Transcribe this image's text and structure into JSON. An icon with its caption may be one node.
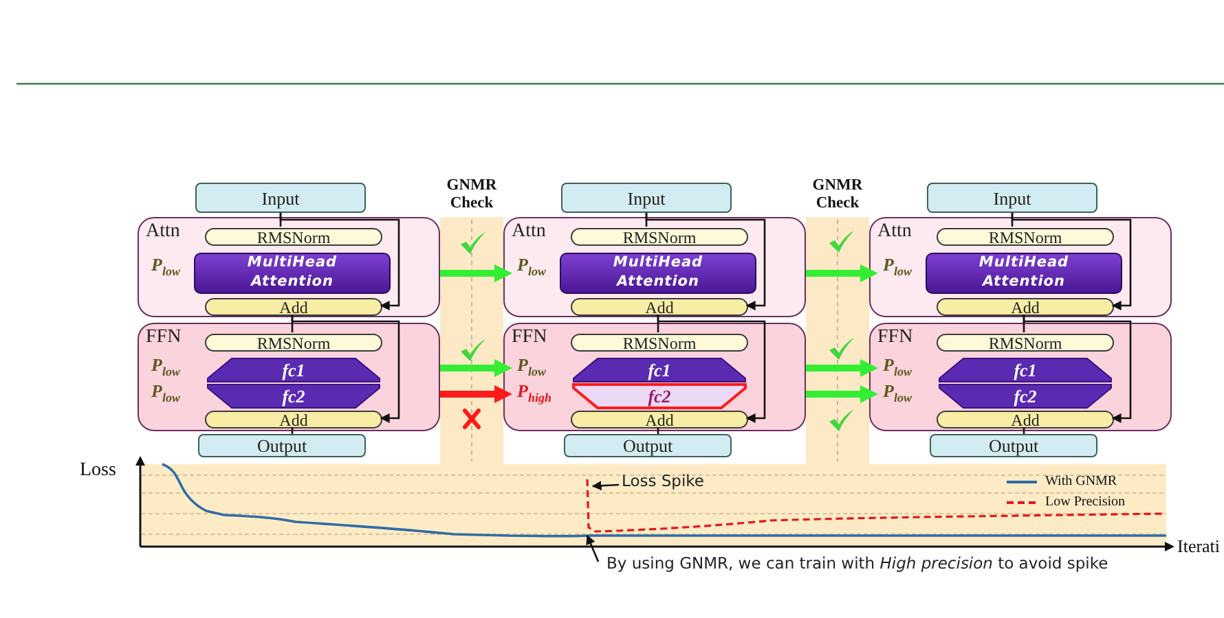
{
  "diagram": {
    "nodes": [
      {
        "text": [
          "Input"
        ]
      },
      {
        "text": [
          "Attn",
          "P$_{low}$"
        ]
      },
      {
        "text": [
          "RMSNorm"
        ],
        "in": 1
      },
      {
        "text": [
          "MultiHead Attention"
        ],
        "in": 1
      },
      {
        "text": [
          "Add"
        ],
        "in": 1
      },
      {
        "text": [
          "FFN",
          "P$_{low}$",
          "P$_{low}$"
        ]
      },
      {
        "text": [
          "RMSNorm"
        ],
        "in": 5
      },
      {
        "text": [
          "fc1"
        ],
        "in": 5
      },
      {
        "text": [
          "fc2"
        ],
        "in": 5
      },
      {
        "text": [
          "Add"
        ],
        "in": 5
      },
      {
        "text": [
          "Output"
        ]
      },
      {
        "text": [
          "Input"
        ]
      },
      {
        "text": [
          "Attn",
          "P$_{low}$"
        ]
      },
      {
        "text": [
          "RMSNorm"
        ],
        "in": 12
      },
      {
        "text": [
          "MultiHead Attention"
        ],
        "in": 12
      },
      {
        "text": [
          "Add"
        ],
        "in": 12
      },
      {
        "text": [
          "FFN",
          "P$_{low}$",
          "P$_{high}$"
        ]
      },
      {
        "text": [
          "RMSNorm"
        ],
        "in": 16
      },
      {
        "text": [
          "fc1"
        ],
        "in": 16
      },
      {
        "text": [
          "fc2"
        ],
        "in": 16
      },
      {
        "text": [
          "Add"
        ],
        "in": 16
      },
      {
        "text": [
          "Output"
        ]
      },
      {
        "text": [
          "Input"
        ]
      },
      {
        "text": [
          "Attn",
          "P$_{low}$"
        ]
      },
      {
        "text": [
          "RMSNorm"
        ],
        "in": 23
      },
      {
        "text": [
          "MultiHead Attention"
        ],
        "in": 23
      },
      {
        "text": [
          "Add"
        ],
        "in": 23
      },
      {
        "text": [
          "FFN",
          "P$_{low}$",
          "P$_{low}$"
        ]
      },
      {
        "text": [
          "RMSNorm"
        ],
        "in": 27
      },
      {
        "text": [
          "fc1"
        ],
        "in": 27
      },
      {
        "text": [
          "fc2"
        ],
        "in": 27
      },
      {
        "text": [
          "Add"
        ],
        "in": 27
      },
      {
        "text": [
          "Output"
        ]
      },
      {
        "text": [
          "Loss Spike"
        ]
      },
      {
        "text": [
          "By using GNMR, we can train with *High precision* to avoid spike"
        ]
      }
    ],
    "edges": [
      {
        "from": 0,
        "to": 2,
        "arrow": "none"
      },
      {
        "from": 0,
        "to": 4,
        "arrow": "to"
      },
      {
        "from": 4,
        "to": 6,
        "arrow": "none"
      },
      {
        "from": 4,
        "to": 9,
        "arrow": "to"
      },
      {
        "from": 9,
        "to": 10,
        "arrow": "none"
      },
      {
        "from": 11,
        "to": 13,
        "arrow": "none"
      },
      {
        "from": 11,
        "to": 15,
        "arrow": "to"
      },
      {
        "from": 15,
        "to": 17,
        "arrow": "none"
      },
      {
        "from": 15,
        "to": 20,
        "arrow": "to"
      },
      {
        "from": 20,
        "to": 21,
        "arrow": "none"
      },
      {
        "from": 22,
        "to": 24,
        "arrow": "none"
      },
      {
        "from": 22,
        "to": 26,
        "arrow": "to"
      },
      {
        "from": 26,
        "to": 28,
        "arrow": "none"
      },
      {
        "from": 26,
        "to": 31,
        "arrow": "to"
      },
      {
        "from": 31,
        "to": 32,
        "arrow": "none"
      },
      {
        "from": 1,
        "to": 12,
        "arrow": "to",
        "style": "thick",
        "color": "#33ee33"
      },
      {
        "from": 5,
        "to": 16,
        "arrow": "to",
        "style": "thick",
        "color": "#33ee33"
      },
      {
        "from": 5,
        "to": 16,
        "arrow": "to",
        "style": "thick",
        "color": "#ff1a1a"
      },
      {
        "from": 12,
        "to": 23,
        "arrow": "to",
        "style": "thick",
        "color": "#33ee33"
      },
      {
        "from": 16,
        "to": 27,
        "arrow": "to",
        "style": "thick",
        "color": "#33ee33"
      },
      {
        "from": 16,
        "to": 27,
        "arrow": "to",
        "style": "thick",
        "color": "#33ee33"
      },
      {
        "from": 33,
        "to": null,
        "arrow": "to"
      },
      {
        "from": 34,
        "to": null,
        "arrow": "to"
      }
    ],
    "labels": [
      "GNMR Check",
      "GNMR Check",
      "Loss",
      "Iterati"
    ],
    "legend": [
      {
        "text": "With GNMR"
      },
      {
        "text": "Low Precision"
      }
    ]
  }
}
